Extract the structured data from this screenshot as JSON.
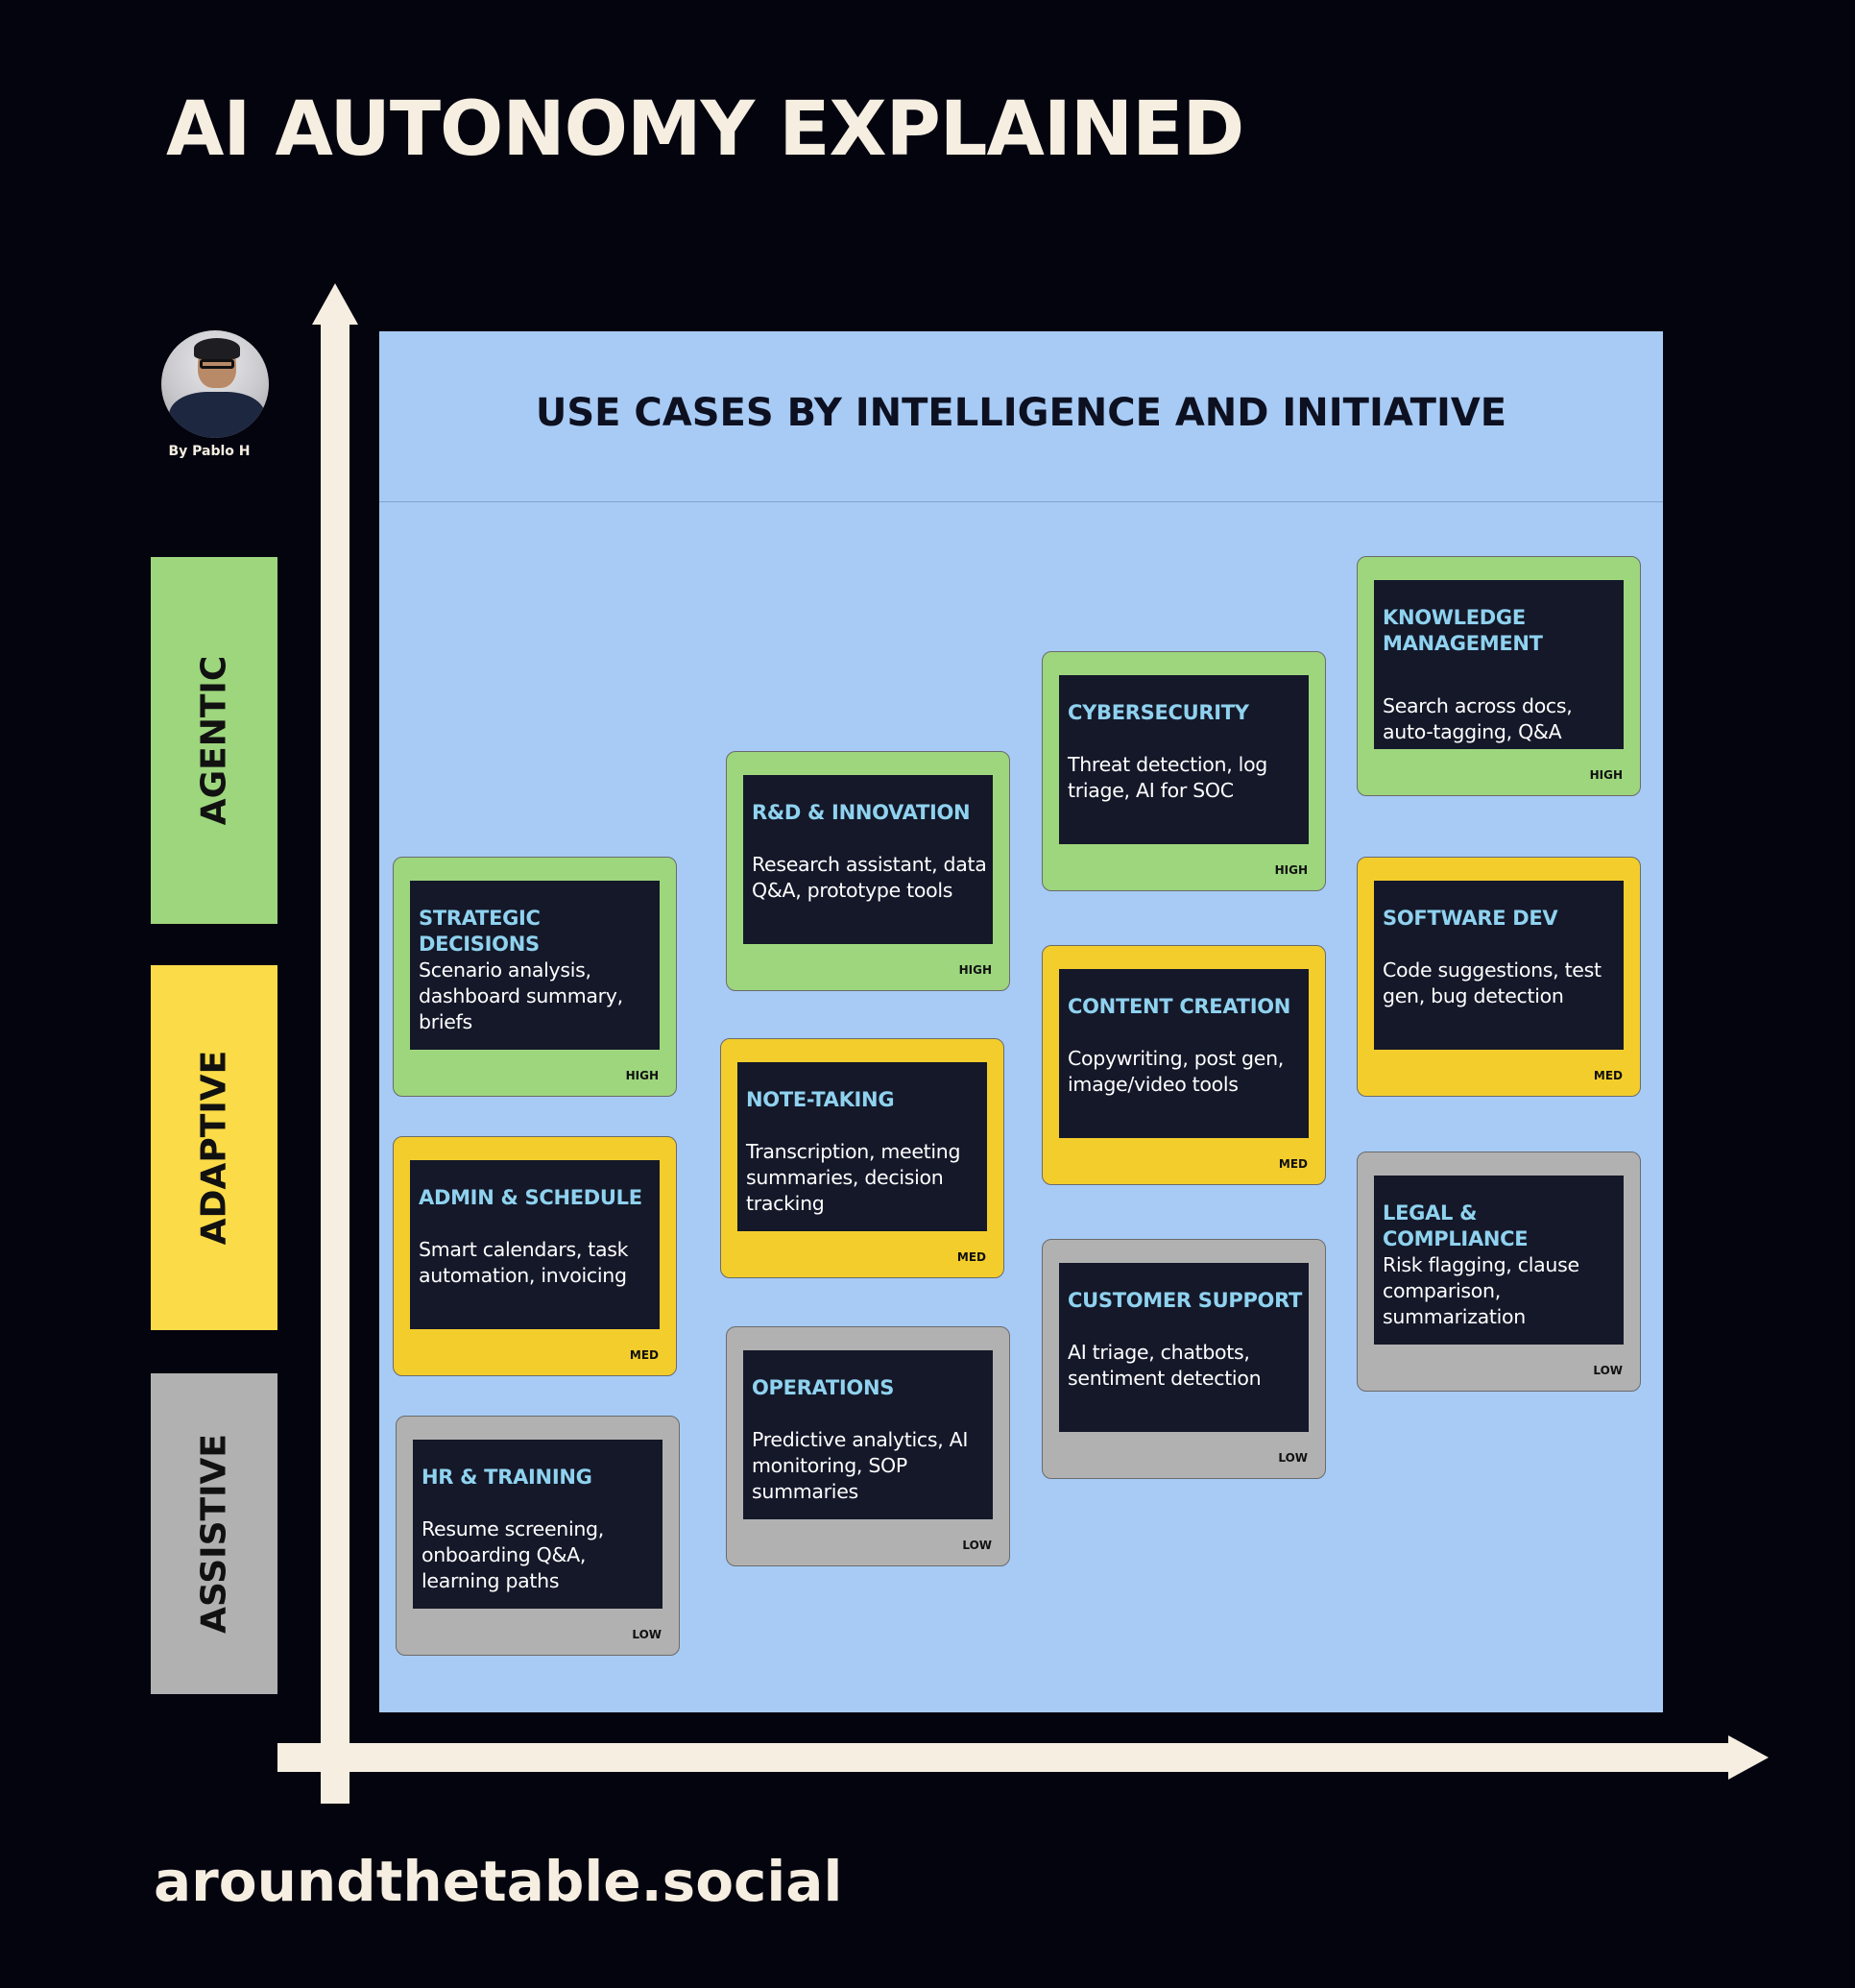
{
  "title": "AI AUTONOMY EXPLAINED",
  "author": "By Pablo H",
  "footer": "aroundthetable.social",
  "chart_title": "USE CASES BY INTELLIGENCE AND INITIATIVE",
  "levels": [
    {
      "label": "AGENTIC",
      "color": "#9dd67d"
    },
    {
      "label": "ADAPTIVE",
      "color": "#fbdb48"
    },
    {
      "label": "ASSISTIVE",
      "color": "#b1b1b1"
    }
  ],
  "cards": [
    {
      "title": "STRATEGIC DECISIONS",
      "desc": "Scenario analysis, dashboard summary, briefs",
      "level": "HIGH"
    },
    {
      "title": "ADMIN & SCHEDULE",
      "desc": "Smart calendars, task automation, invoicing",
      "level": "MED"
    },
    {
      "title": "HR & TRAINING",
      "desc": "Resume screening, onboarding Q&A, learning paths",
      "level": "LOW"
    },
    {
      "title": "R&D & INNOVATION",
      "desc": "Research assistant, data Q&A, prototype tools",
      "level": "HIGH"
    },
    {
      "title": "NOTE-TAKING",
      "desc": "Transcription, meeting summaries, decision tracking",
      "level": "MED"
    },
    {
      "title": "OPERATIONS",
      "desc": "Predictive analytics, AI monitoring, SOP summaries",
      "level": "LOW"
    },
    {
      "title": "CYBERSECURITY",
      "desc": "Threat detection, log triage, AI for SOC",
      "level": "HIGH"
    },
    {
      "title": "CONTENT CREATION",
      "desc": "Copywriting, post gen, image/video tools",
      "level": "MED"
    },
    {
      "title": "CUSTOMER SUPPORT",
      "desc": "AI triage, chatbots, sentiment detection",
      "level": "LOW"
    },
    {
      "title": "KNOWLEDGE MANAGEMENT",
      "desc": "Search across docs, auto-tagging, Q&A",
      "level": "HIGH"
    },
    {
      "title": "SOFTWARE DEV",
      "desc": "Code suggestions, test gen, bug detection",
      "level": "MED"
    },
    {
      "title": "LEGAL & COMPLIANCE",
      "desc": "Risk flagging, clause comparison, summarization",
      "level": "LOW"
    }
  ]
}
